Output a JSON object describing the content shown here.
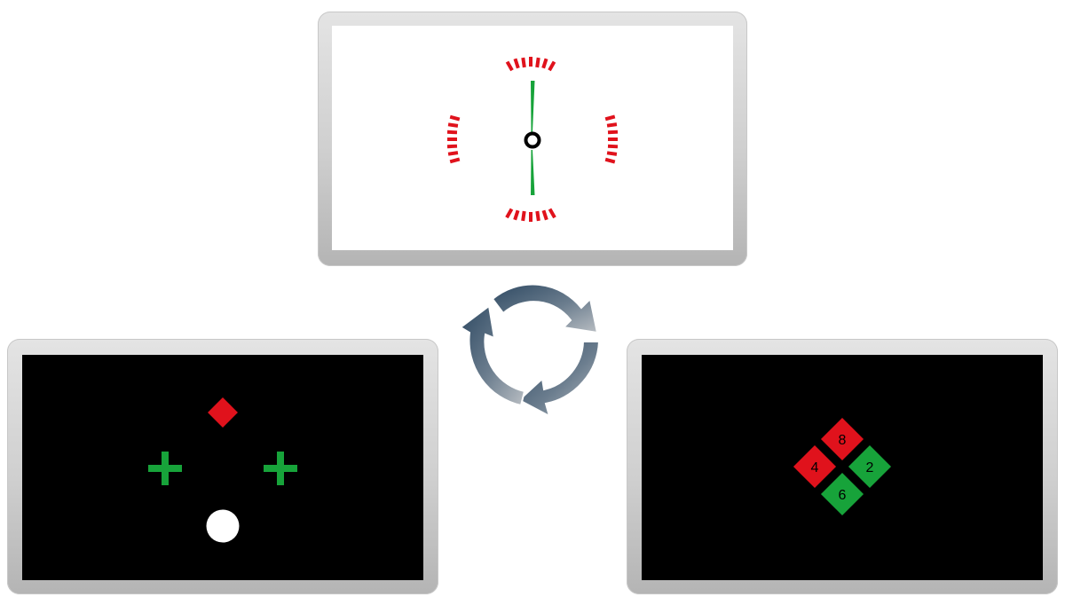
{
  "colors": {
    "red": "#e0121c",
    "green": "#17a33a",
    "black": "#000000",
    "white": "#ffffff",
    "arrow_dark": "#2f4a63",
    "arrow_light": "#a9b0b6",
    "bezel": "#d6d6d6"
  },
  "cycle": {
    "icon": "cycle-arrows-icon",
    "arrow_count": 3
  },
  "panels": {
    "top": {
      "screen_background": "white",
      "elements": [
        "green-needle-icon",
        "ring-icon",
        "red-tick-arc-icon"
      ]
    },
    "left": {
      "screen_background": "black",
      "elements": [
        "red-diamond-icon",
        "green-plus-icon",
        "green-plus-icon",
        "white-dot-icon"
      ]
    },
    "right": {
      "screen_background": "black",
      "diamond_grid": [
        {
          "label": "8",
          "color": "red"
        },
        {
          "label": "4",
          "color": "red"
        },
        {
          "label": "2",
          "color": "green"
        },
        {
          "label": "6",
          "color": "green"
        }
      ]
    }
  }
}
